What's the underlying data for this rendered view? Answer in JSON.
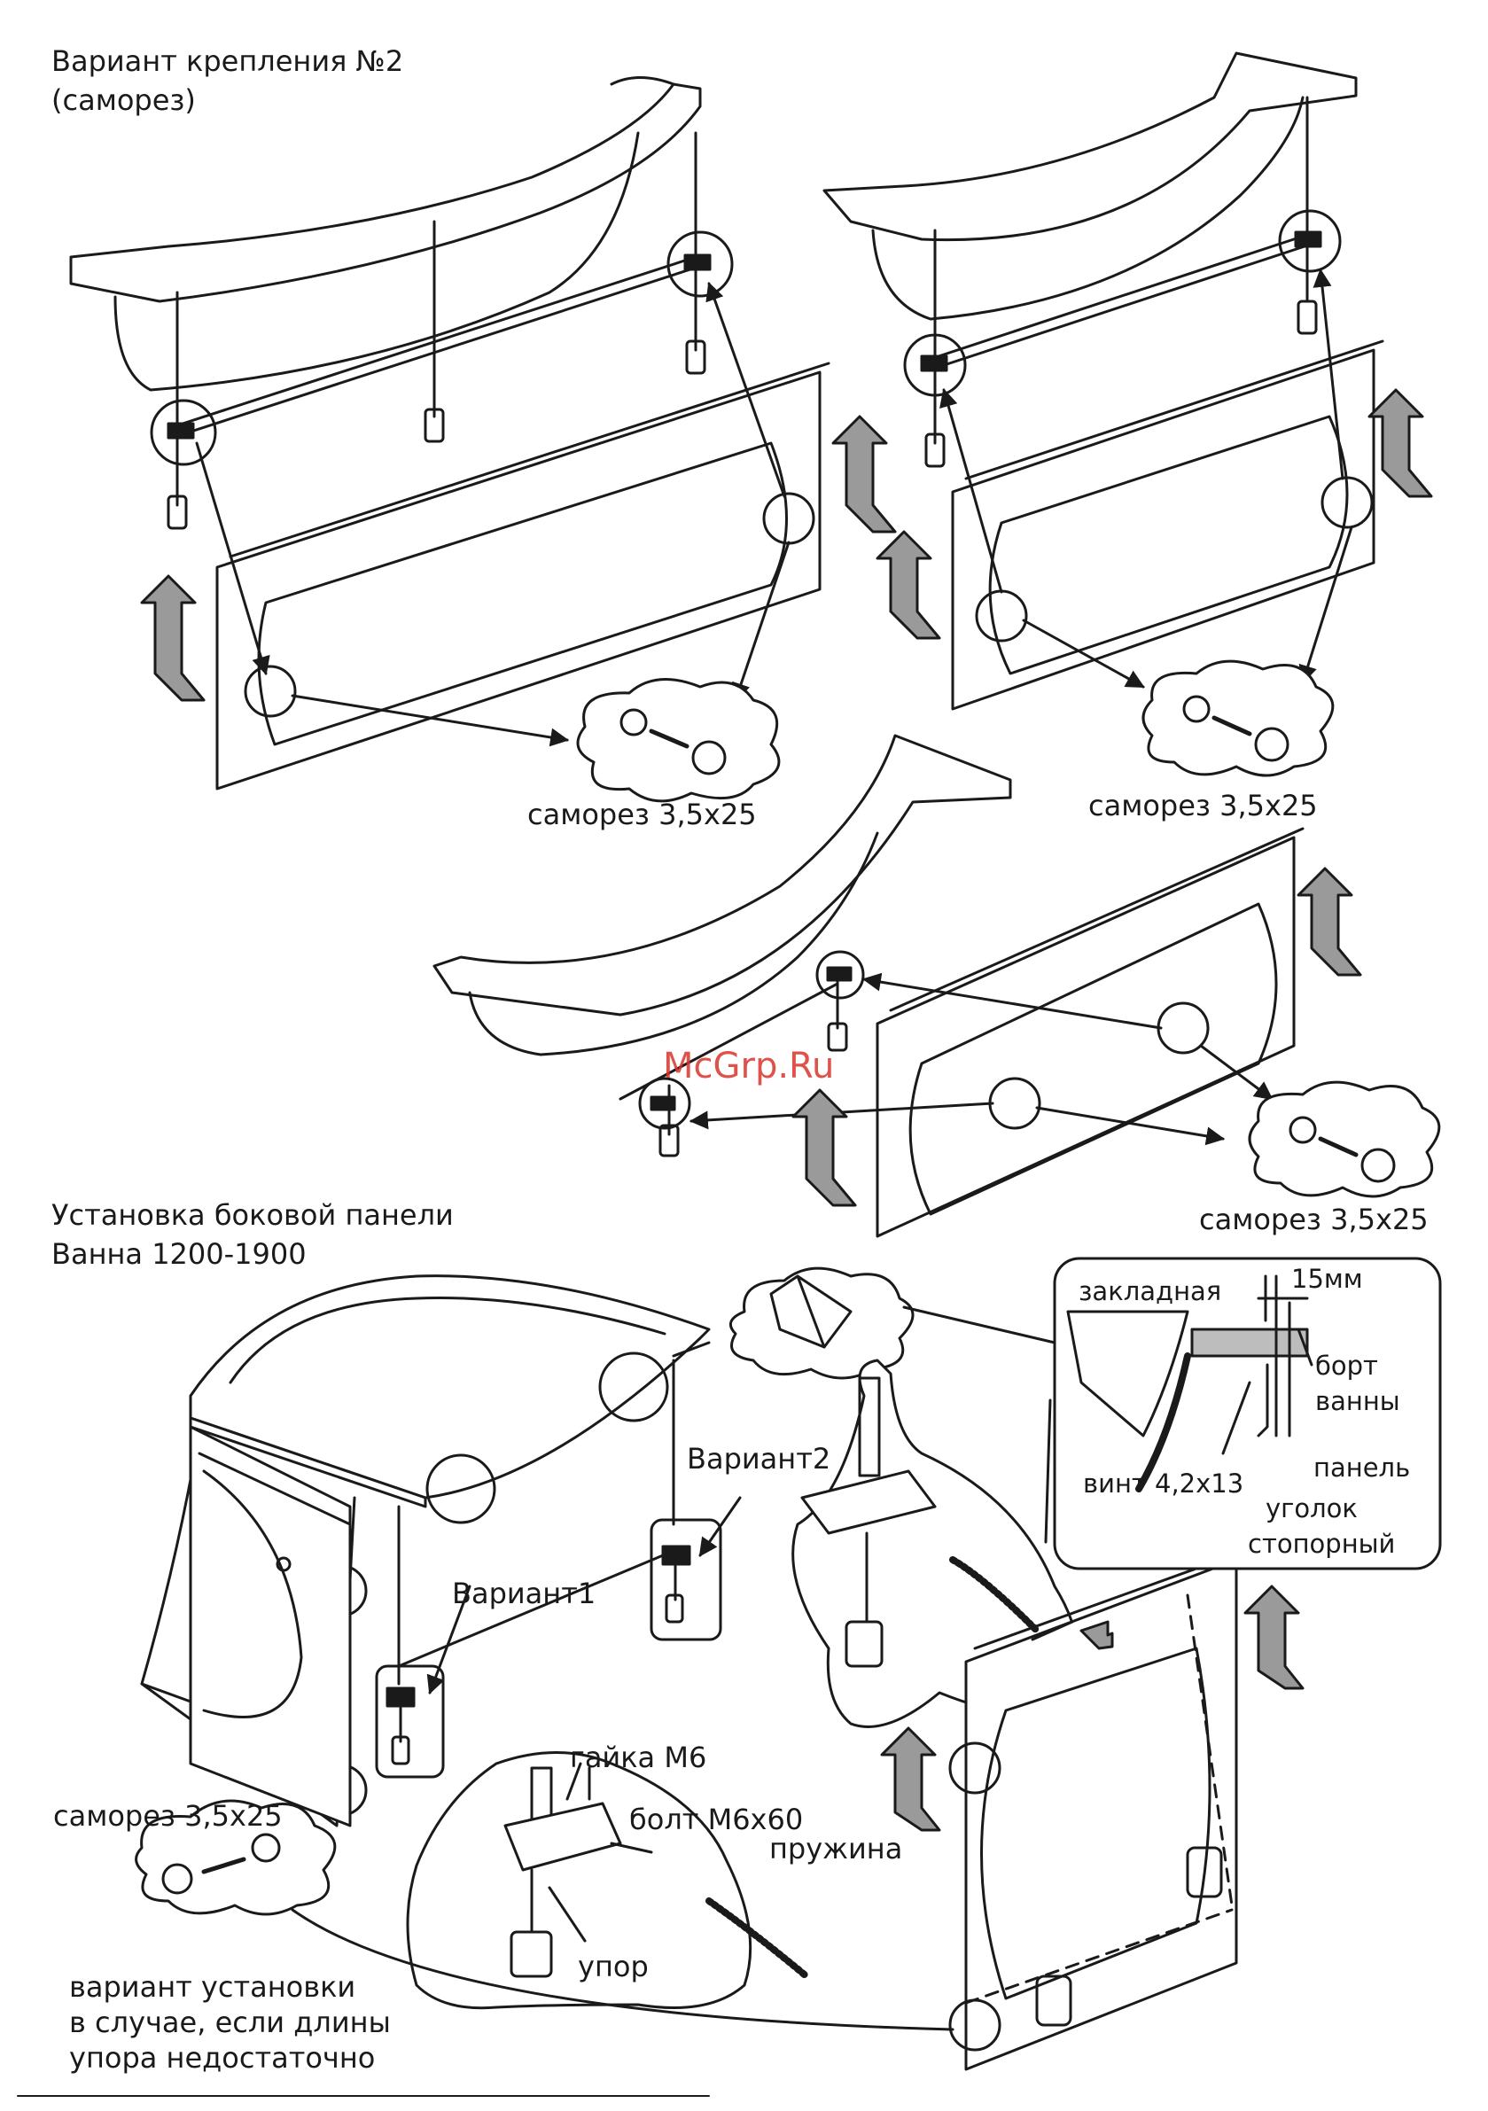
{
  "section_top": {
    "title_line1": "Вариант крепления №2",
    "title_line2": "(саморез)"
  },
  "screw_label": "саморез 3,5x25",
  "watermark": "McGrp.Ru",
  "section_bottom": {
    "title_line1": "Установка боковой панели",
    "title_line2": "Ванна 1200-1900",
    "variant1": "Вариант1",
    "variant2": "Вариант2",
    "screw_label": "саморез 3,5x25",
    "note_line1": "вариант установки",
    "note_line2": "в случае, если длины",
    "note_line3": "упора недостаточно"
  },
  "detail_leg": {
    "nut": "гайка М6",
    "bolt": "болт М6x60",
    "spring": "пружина",
    "stop": "упор"
  },
  "detail_inset": {
    "embed": "закладная",
    "gap": "15мм",
    "rim_line1": "борт",
    "rim_line2": "ванны",
    "panel": "панель",
    "screw": "винт 4,2x13",
    "corner_line1": "уголок",
    "corner_line2": "стопорный"
  },
  "colors": {
    "line": "#1a1a1a",
    "arrow_fill": "#9a9a9a",
    "watermark": "#d9342b"
  }
}
